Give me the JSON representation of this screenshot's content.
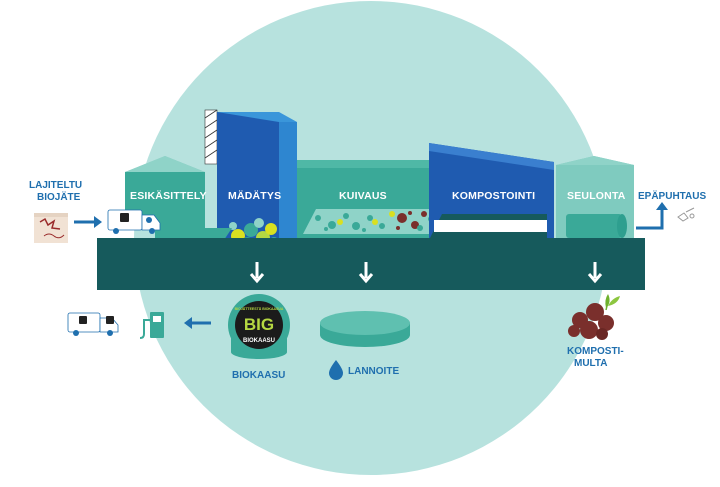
{
  "input": {
    "line1": "LAJITELTU",
    "line2": "BIOJÄTE"
  },
  "stages": {
    "esikasittely": "ESIKÄSITTELY",
    "madatys": "MÄDÄTYS",
    "kuivaus": "KUIVAUS",
    "kompostointi": "KOMPOSTOINTI",
    "seulonta": "SEULONTA"
  },
  "impurities": "EPÄPUHTAUS",
  "outputs": {
    "biokaasu": "BIOKAASU",
    "lannoite": "LANNOITE",
    "kompostimulta_line1": "KOMPOSTI-",
    "kompostimulta_line2": "MULTA"
  },
  "logo": {
    "letters": "BIG",
    "text": "BIOKAASU",
    "arc_text": "BIOJÄTTEESTÄ BIOKAASUA"
  },
  "colors": {
    "circle_bg": "#b7e2de",
    "ground": "#165a5c",
    "teal": "#3aa998",
    "dark_blue": "#1f5bb0",
    "mid_blue": "#2e86d0",
    "light_teal": "#7fcbbf",
    "label_blue": "#1f6fae",
    "soil": "#7a2f2c"
  }
}
